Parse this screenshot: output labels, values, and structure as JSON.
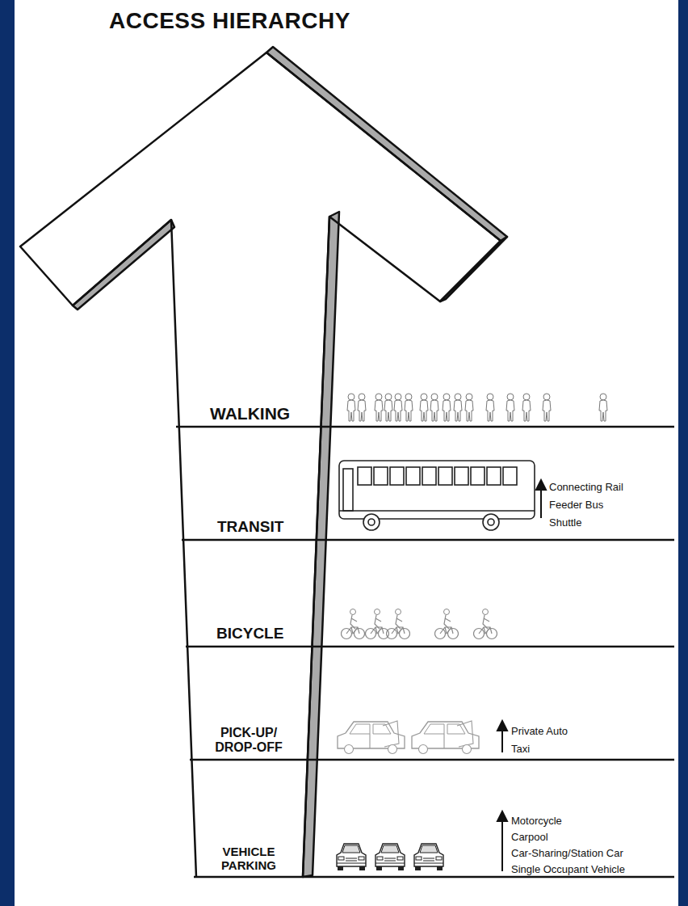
{
  "diagram": {
    "title": "ACCESS HIERARCHY",
    "labels": [
      "WALKING",
      "TRANSIT",
      "Connecting Rail",
      "Feeder Bus",
      "Shuttle",
      "BICYCLE",
      "PICK-UP/ DROP-OFF",
      "Private Auto",
      "Taxi",
      "VEHICLE PARKING",
      "Motorcycle",
      "Carpool",
      "Car-Sharing/Station Car",
      "Single Occupant Vehicle"
    ]
  }
}
